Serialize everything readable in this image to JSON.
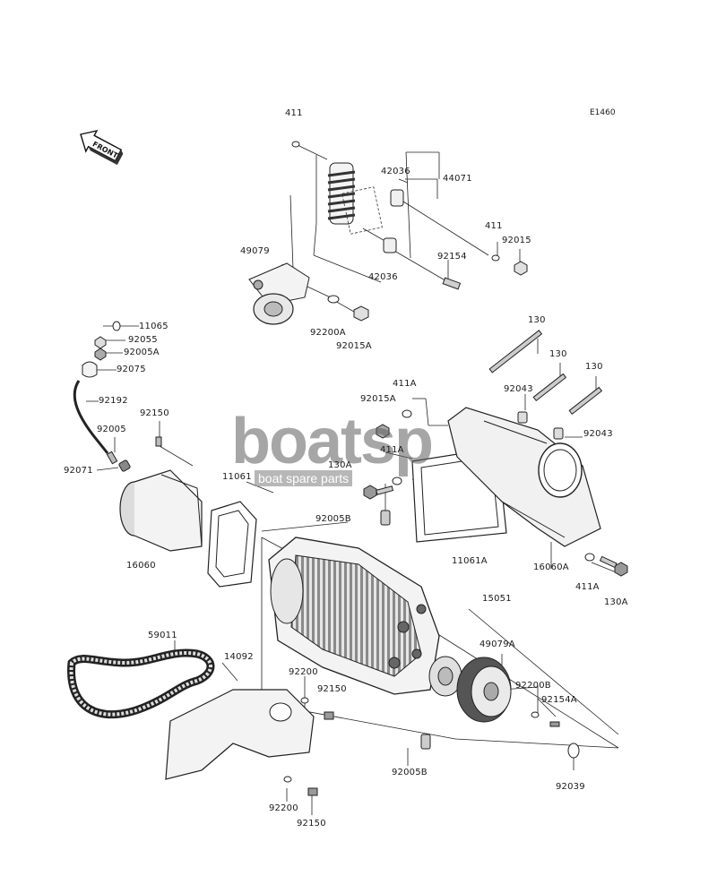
{
  "diagram": {
    "code": "E1460",
    "front_label": "FRONT",
    "watermark": {
      "brand": "boatsp",
      "tagline": "boat spare parts"
    }
  },
  "parts": [
    {
      "id": "p-411-top",
      "number": "411"
    },
    {
      "id": "p-42036-a",
      "number": "42036"
    },
    {
      "id": "p-44071",
      "number": "44071"
    },
    {
      "id": "p-411-right",
      "number": "411"
    },
    {
      "id": "p-92015",
      "number": "92015"
    },
    {
      "id": "p-92154",
      "number": "92154"
    },
    {
      "id": "p-42036-b",
      "number": "42036"
    },
    {
      "id": "p-49079",
      "number": "49079"
    },
    {
      "id": "p-92200A",
      "number": "92200A"
    },
    {
      "id": "p-92015A",
      "number": "92015A"
    },
    {
      "id": "p-11065",
      "number": "11065"
    },
    {
      "id": "p-92055",
      "number": "92055"
    },
    {
      "id": "p-92005A",
      "number": "92005A"
    },
    {
      "id": "p-92075",
      "number": "92075"
    },
    {
      "id": "p-92192",
      "number": "92192"
    },
    {
      "id": "p-92150-a",
      "number": "92150"
    },
    {
      "id": "p-92005",
      "number": "92005"
    },
    {
      "id": "p-92071",
      "number": "92071"
    },
    {
      "id": "p-11061",
      "number": "11061"
    },
    {
      "id": "p-16060",
      "number": "16060"
    },
    {
      "id": "p-130-a",
      "number": "130"
    },
    {
      "id": "p-130-b",
      "number": "130"
    },
    {
      "id": "p-130-c",
      "number": "130"
    },
    {
      "id": "p-411A-a",
      "number": "411A"
    },
    {
      "id": "p-92015A-b",
      "number": "92015A"
    },
    {
      "id": "p-92043-a",
      "number": "92043"
    },
    {
      "id": "p-92043-b",
      "number": "92043"
    },
    {
      "id": "p-411A-b",
      "number": "411A"
    },
    {
      "id": "p-130A-a",
      "number": "130A"
    },
    {
      "id": "p-92005B-a",
      "number": "92005B"
    },
    {
      "id": "p-11061A",
      "number": "11061A"
    },
    {
      "id": "p-16060A",
      "number": "16060A"
    },
    {
      "id": "p-411A-c",
      "number": "411A"
    },
    {
      "id": "p-130A-b",
      "number": "130A"
    },
    {
      "id": "p-15051",
      "number": "15051"
    },
    {
      "id": "p-49079A",
      "number": "49079A"
    },
    {
      "id": "p-59011",
      "number": "59011"
    },
    {
      "id": "p-14092",
      "number": "14092"
    },
    {
      "id": "p-92200-a",
      "number": "92200"
    },
    {
      "id": "p-92150-b",
      "number": "92150"
    },
    {
      "id": "p-92200B",
      "number": "92200B"
    },
    {
      "id": "p-92154A",
      "number": "92154A"
    },
    {
      "id": "p-92005B-b",
      "number": "92005B"
    },
    {
      "id": "p-92039",
      "number": "92039"
    },
    {
      "id": "p-92200-b",
      "number": "92200"
    },
    {
      "id": "p-92150-c",
      "number": "92150"
    }
  ]
}
